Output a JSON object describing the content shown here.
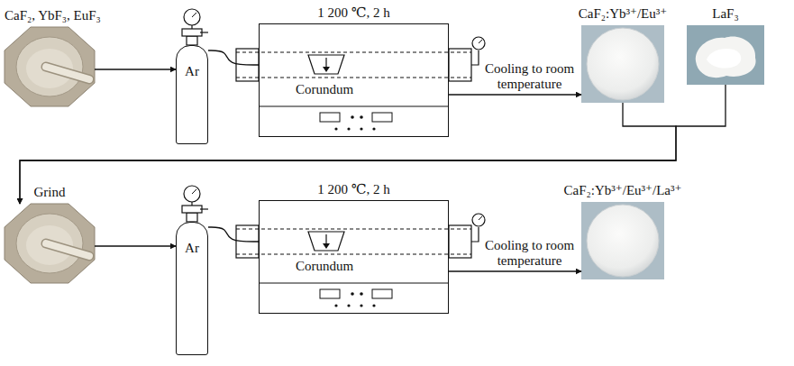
{
  "diagram": {
    "nodes": [
      {
        "text": [
          "CaF₂, YbF₃, EuF₃"
        ]
      },
      {
        "text": [
          "Ar"
        ]
      },
      {
        "text": [
          "1 200 ℃, 2 h",
          "Corundum"
        ]
      },
      {
        "text": [
          "CaF₂:Yb³⁺/Eu³⁺"
        ]
      },
      {
        "text": [
          "LaF₃"
        ]
      },
      {
        "text": [
          "Grind"
        ]
      },
      {
        "text": [
          "Ar"
        ]
      },
      {
        "text": [
          "1 200 ℃, 2 h",
          "Corundum"
        ]
      },
      {
        "text": [
          "CaF₂:Yb³⁺/Eu³⁺/La³⁺"
        ]
      }
    ],
    "edges": [
      {
        "from": 0,
        "to": 1,
        "arrow": "to"
      },
      {
        "from": 1,
        "to": 2,
        "arrow": "none"
      },
      {
        "from": 2,
        "to": 3,
        "label": "Cooling to room temperature",
        "arrow": "to"
      },
      {
        "from": 3,
        "to": 5,
        "arrow": "to"
      },
      {
        "from": 4,
        "to": 5,
        "arrow": "to"
      },
      {
        "from": 5,
        "to": 6,
        "arrow": "to"
      },
      {
        "from": 6,
        "to": 7,
        "arrow": "none"
      },
      {
        "from": 7,
        "to": 8,
        "label": "Cooling to room temperature",
        "arrow": "to"
      }
    ]
  }
}
